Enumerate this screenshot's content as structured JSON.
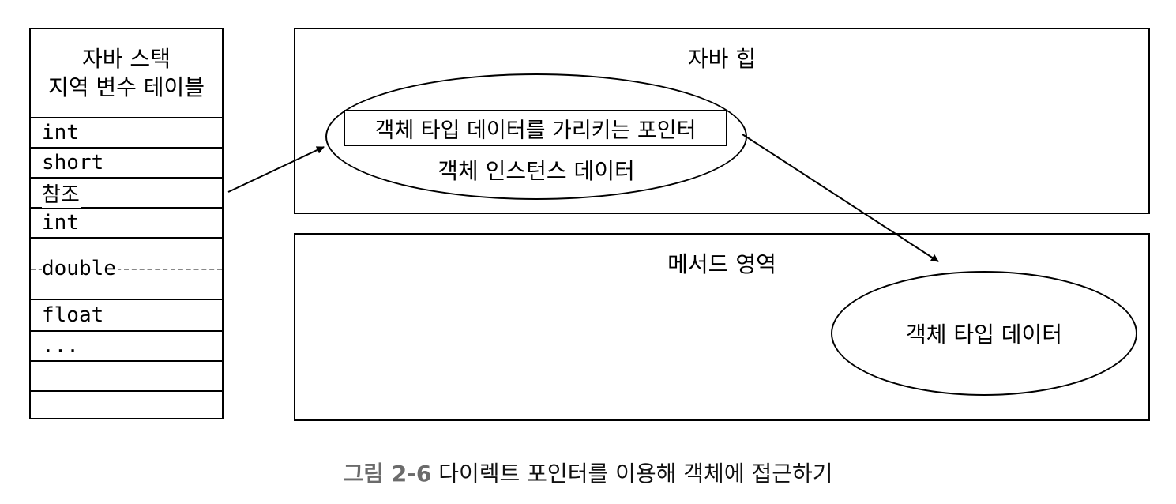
{
  "stack": {
    "title_line1": "자바 스택",
    "title_line2": "지역 변수 테이블",
    "rows": [
      "int",
      "short",
      "참조",
      "int",
      "double",
      "float",
      "...",
      "",
      ""
    ]
  },
  "heap": {
    "title": "자바 힙",
    "pointer_label": "객체 타입 데이터를 가리키는 포인터",
    "instance_label": "객체 인스턴스 데이터"
  },
  "method_area": {
    "title": "메서드 영역",
    "type_data_label": "객체 타입 데이터"
  },
  "caption": {
    "figure_number": "그림 2-6",
    "text": "다이렉트 포인터를 이용해 객체에 접근하기"
  }
}
